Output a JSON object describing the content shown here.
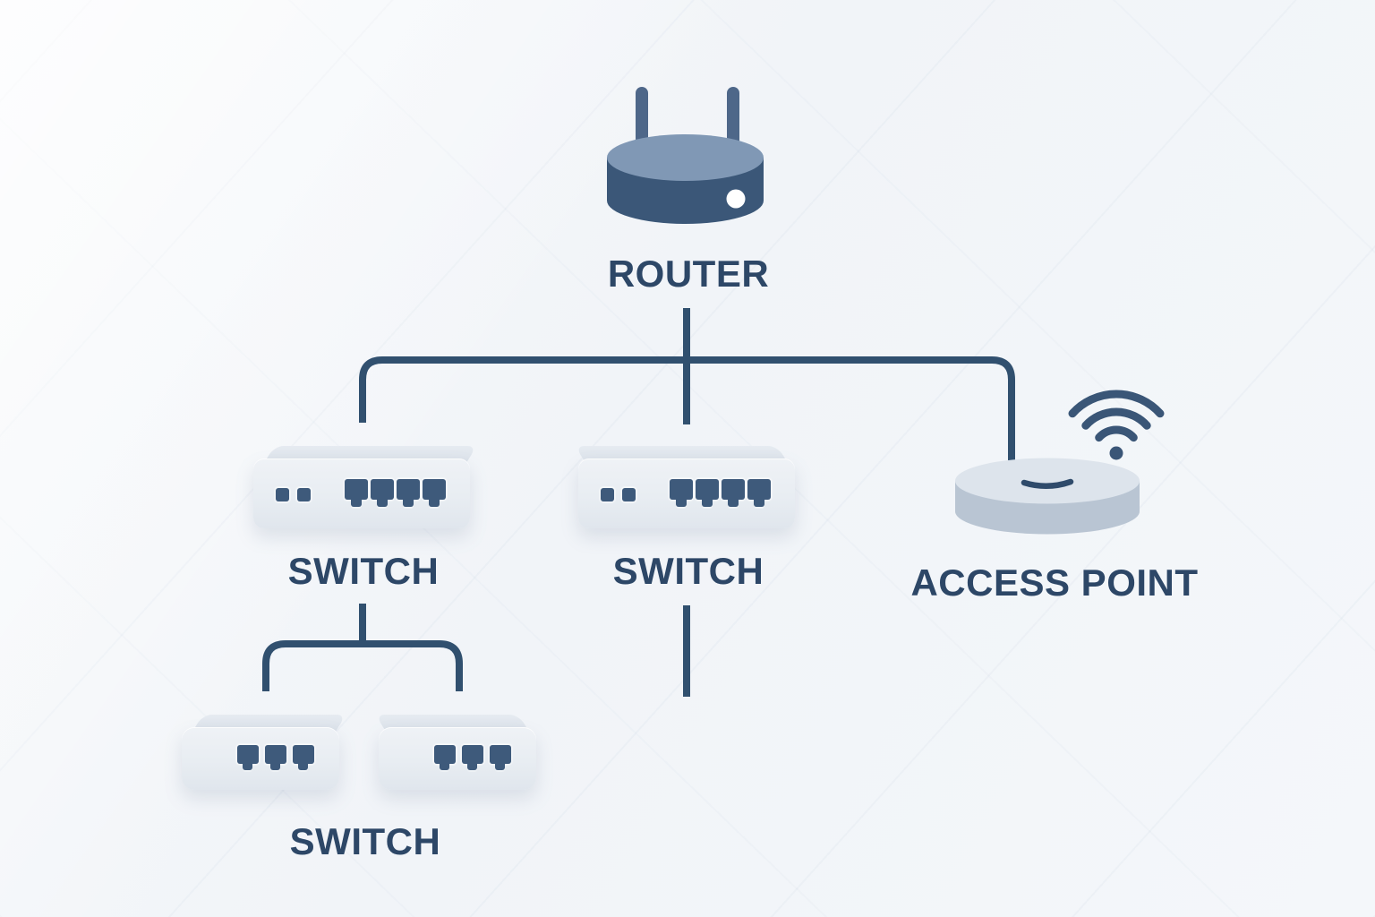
{
  "diagram": {
    "type": "network-topology",
    "nodes": {
      "router": {
        "id": "router",
        "device": "router",
        "label": "ROUTER",
        "antennas": 2,
        "status_led": "white"
      },
      "switch_left": {
        "id": "switch-left",
        "device": "switch",
        "label": "SWITCH",
        "ports": 4,
        "leds": 2
      },
      "switch_middle": {
        "id": "switch-middle",
        "device": "switch",
        "label": "SWITCH",
        "ports": 4,
        "leds": 2
      },
      "access_point": {
        "id": "access-point",
        "device": "access-point",
        "label": "ACCESS POINT",
        "wifi_arcs": 3
      },
      "switch_bottom_left": {
        "id": "switch-bottom-left",
        "device": "switch",
        "label": "",
        "ports": 3
      },
      "switch_bottom_right": {
        "id": "switch-bottom-right",
        "device": "switch",
        "label": "",
        "ports": 3
      },
      "switch_bottom_group_label": "SWITCH"
    },
    "edges": [
      {
        "from": "router",
        "to": "switch-left"
      },
      {
        "from": "router",
        "to": "switch-middle"
      },
      {
        "from": "router",
        "to": "access-point"
      },
      {
        "from": "switch-left",
        "to": "switch-bottom-left"
      },
      {
        "from": "switch-left",
        "to": "switch-bottom-right"
      },
      {
        "from": "switch-middle",
        "to": "unterminated-drop"
      }
    ],
    "colors": {
      "connector": "#31506f",
      "label": "#2d4767",
      "router_body": "#3b5778",
      "router_top": "#8098b5",
      "antenna": "#4e6789",
      "switch_face": "#e9edf2",
      "switch_bevel": "#dde4eb",
      "port": "#3e5a7b",
      "ap_top": "#dde4ec",
      "ap_side": "#b9c5d3",
      "wifi": "#3a5677",
      "led_dot": "#ffffff",
      "background": "#f3f6f9"
    }
  }
}
